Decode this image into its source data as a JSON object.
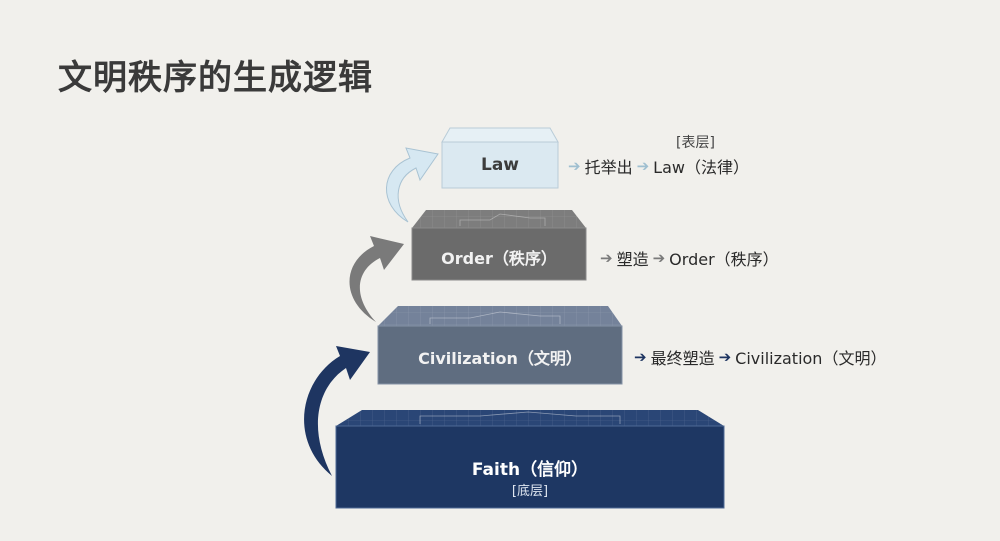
{
  "title": "文明秩序的生成逻辑",
  "colors": {
    "background": "#f1f0ec",
    "law": "#dbe9f1",
    "order": "#6b6b6b",
    "civilization": "#5f6d80",
    "faith": "#1e3763",
    "arrow_law": "#d6e8f2",
    "arrow_order": "#7a7a7a",
    "arrow_faith": "#1e3561"
  },
  "layers": [
    {
      "id": "law",
      "label": "Law",
      "tag": "[表层]",
      "flow": {
        "verb": "托举出",
        "result": "Law（法律）"
      }
    },
    {
      "id": "order",
      "label": "Order（秩序）",
      "flow": {
        "verb": "塑造",
        "result": "Order（秩序）"
      }
    },
    {
      "id": "civilization",
      "label": "Civilization（文明）",
      "flow": {
        "verb": "最终塑造",
        "result": "Civilization（文明）"
      }
    },
    {
      "id": "faith",
      "label": "Faith（信仰）",
      "tag": "[底层]"
    }
  ],
  "icons": {
    "arrow": "right-arrow-icon",
    "curved_arrow": "curved-up-arrow-icon"
  }
}
